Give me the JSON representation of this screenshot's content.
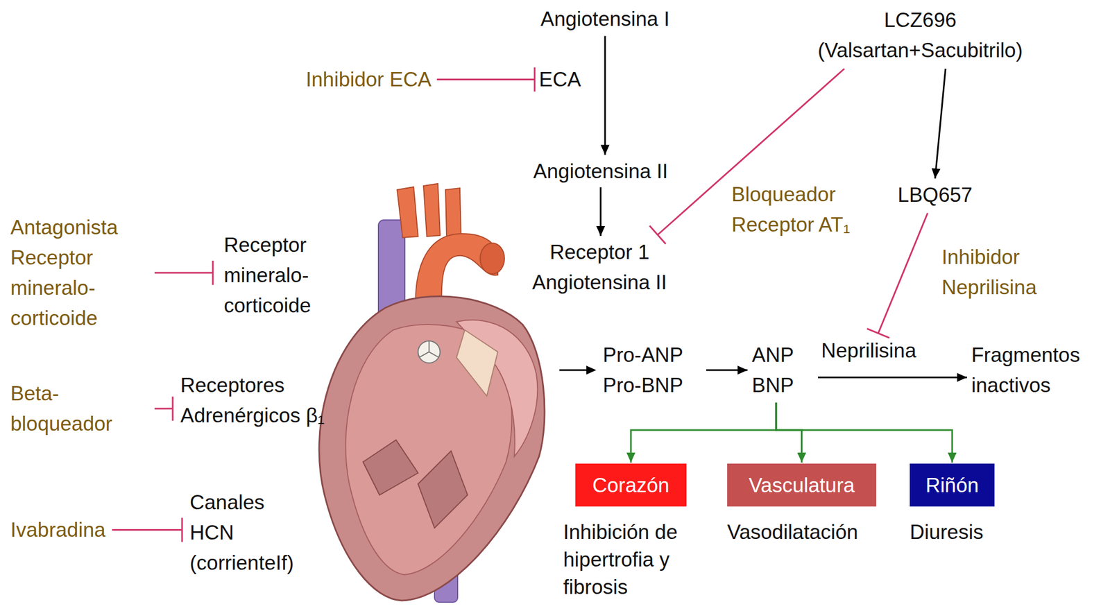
{
  "diagram": {
    "nodes": [
      {
        "text": [
          "Angiotensina I"
        ]
      },
      {
        "text": [
          "LCZ696 (Valsartan+Sacubitrilo)"
        ]
      },
      {
        "text": [
          "Inhibidor ECA"
        ]
      },
      {
        "text": [
          "ECA"
        ]
      },
      {
        "text": [
          "Angiotensina II"
        ]
      },
      {
        "text": [
          "LBQ657"
        ]
      },
      {
        "text": [
          "Antagonista Receptor mineralo-corticoide"
        ]
      },
      {
        "text": [
          "Receptor 1 Angiotensina II"
        ]
      },
      {
        "text": [
          "Receptor mineralo-corticoide"
        ]
      },
      {
        "text": [
          "Beta-bloqueador"
        ]
      },
      {
        "text": [
          "Receptores Adrenérgicos β₁"
        ]
      },
      {
        "text": [
          "Pro-ANP Pro-BNP"
        ]
      },
      {
        "text": [
          "ANP BNP"
        ]
      },
      {
        "text": [
          "Neprilisina"
        ]
      },
      {
        "text": [
          "Fragmentos inactivos"
        ]
      },
      {
        "text": [
          "Ivabradina"
        ]
      },
      {
        "text": [
          "Canales HCN (corrienteIf)"
        ]
      },
      {
        "text": [
          "Corazón",
          "Inhibición de hipertrofia y fibrosis"
        ]
      },
      {
        "text": [
          "Vasculatura",
          "Vasodilatación"
        ]
      },
      {
        "text": [
          "Riñón",
          "Diuresis"
        ]
      }
    ],
    "edges": [
      {
        "from": 0,
        "to": 4,
        "arrow": "to"
      },
      {
        "from": 2,
        "to": 3,
        "arrow": "to"
      },
      {
        "from": 4,
        "to": 7,
        "arrow": "to"
      },
      {
        "from": 1,
        "to": 7,
        "arrow": "to",
        "label": "Bloqueador Receptor AT₁"
      },
      {
        "from": 1,
        "to": 5,
        "arrow": "to"
      },
      {
        "from": 5,
        "to": 13,
        "arrow": "to",
        "label": "Inhibidor Neprilisina"
      },
      {
        "from": 6,
        "to": 8,
        "arrow": "to"
      },
      {
        "from": 9,
        "to": 10,
        "arrow": "to"
      },
      {
        "from": 15,
        "to": 16,
        "arrow": "to"
      },
      {
        "from": 11,
        "to": 12,
        "arrow": "to"
      },
      {
        "from": 12,
        "to": 14,
        "arrow": "to"
      },
      {
        "from": 12,
        "to": 17,
        "arrow": "to"
      },
      {
        "from": 12,
        "to": 18,
        "arrow": "to"
      },
      {
        "from": 12,
        "to": 19,
        "arrow": "to"
      }
    ]
  }
}
